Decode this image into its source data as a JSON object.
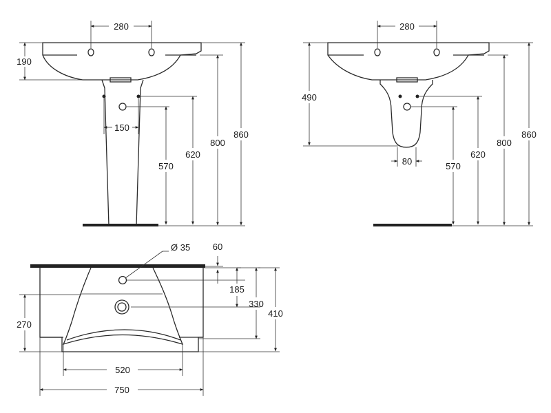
{
  "diagram": {
    "front_view": {
      "tap_spacing": "280",
      "basin_height": "190",
      "pedestal_spacing": "150",
      "waste_height": "570",
      "supply_height": "620",
      "rim_height": "800",
      "total_height": "860"
    },
    "side_view": {
      "tap_spacing": "280",
      "trap_cover_height": "490",
      "cover_width": "80",
      "waste_height": "570",
      "supply_height": "620",
      "rim_height": "800",
      "total_height": "860"
    },
    "plan_view": {
      "tap_hole": "Ø 35",
      "back_offset": "60",
      "tap_depth": "185",
      "drain_depth": "330",
      "total_depth": "410",
      "bowl_depth": "270",
      "bowl_width": "520",
      "total_width": "750"
    }
  },
  "colors": {
    "line": "#2a2a2a",
    "floor": "#222222"
  }
}
